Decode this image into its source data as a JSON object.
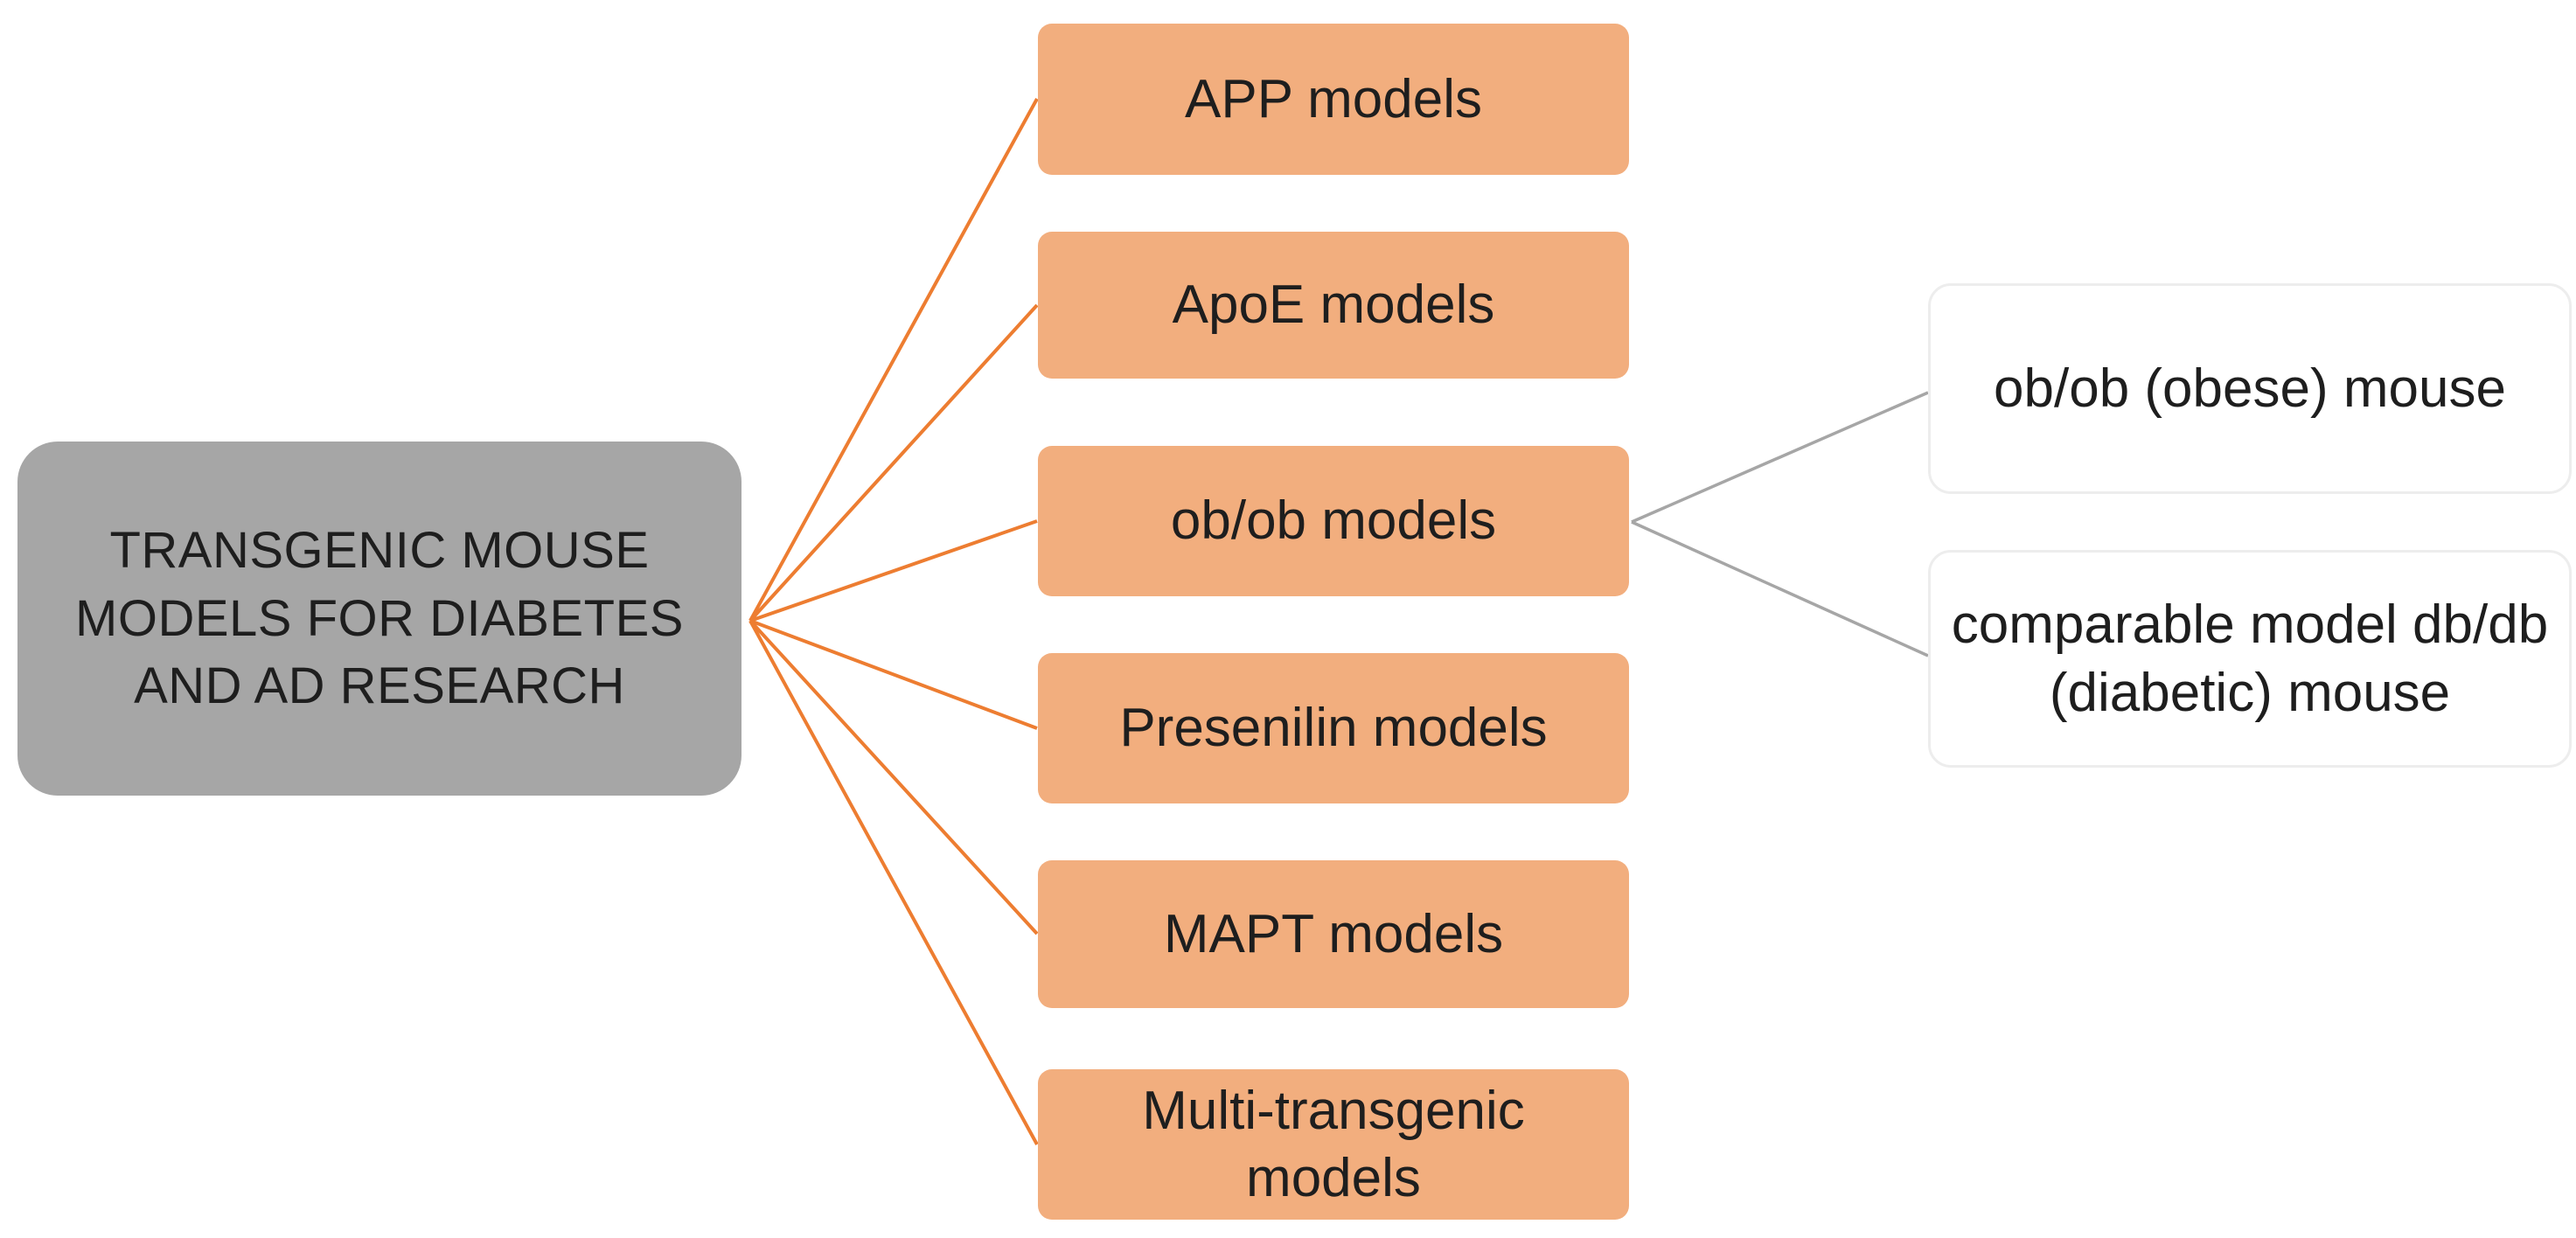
{
  "colors": {
    "root_fill": "#a6a6a6",
    "branch_fill": "#f2ae7e",
    "connector_orange": "#ed7d31",
    "connector_gray": "#a6a6a6",
    "leaf_border": "#ededed",
    "text": "#1e1e1e"
  },
  "root": {
    "label": "TRANSGENIC MOUSE\nMODELS FOR DIABETES\nAND AD RESEARCH"
  },
  "branches": [
    {
      "label": "APP models"
    },
    {
      "label": "ApoE models"
    },
    {
      "label": "ob/ob models"
    },
    {
      "label": "Presenilin models"
    },
    {
      "label": "MAPT models"
    },
    {
      "label": "Multi-transgenic\nmodels"
    }
  ],
  "leaves": [
    {
      "label": "ob/ob (obese) mouse"
    },
    {
      "label": "comparable model db/db\n(diabetic) mouse"
    }
  ]
}
